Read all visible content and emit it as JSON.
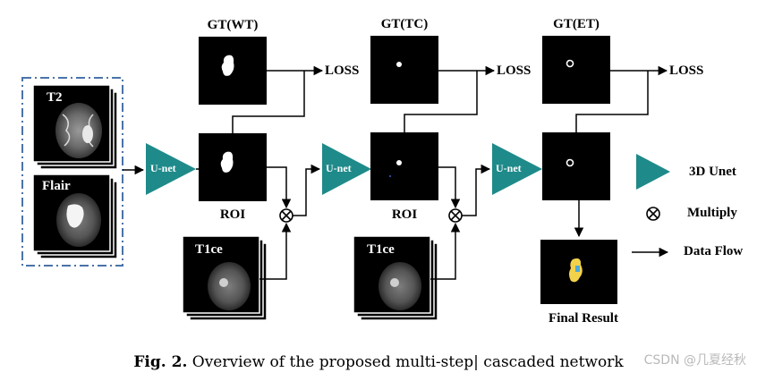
{
  "labels": {
    "t2": "T2",
    "flair": "Flair",
    "gt_wt": "GT(WT)",
    "gt_tc": "GT(TC)",
    "gt_et": "GT(ET)",
    "loss": "LOSS",
    "roi": "ROI",
    "t1ce": "T1ce",
    "unet": "U-net",
    "final_result": "Final Result"
  },
  "legend": {
    "unet3d": "3D Unet",
    "multiply": "Multiply",
    "data_flow": "Data Flow"
  },
  "caption": {
    "prefix": "Fig. 2.",
    "text": "Overview of the proposed multi-step| cascaded network"
  },
  "watermark": "CSDN @几夏经秋",
  "colors": {
    "unet": "#1f8a8a",
    "frame": "#4a73a8",
    "mask_yellow": "#f2d24b",
    "mask_blue": "#4fa9d8"
  }
}
